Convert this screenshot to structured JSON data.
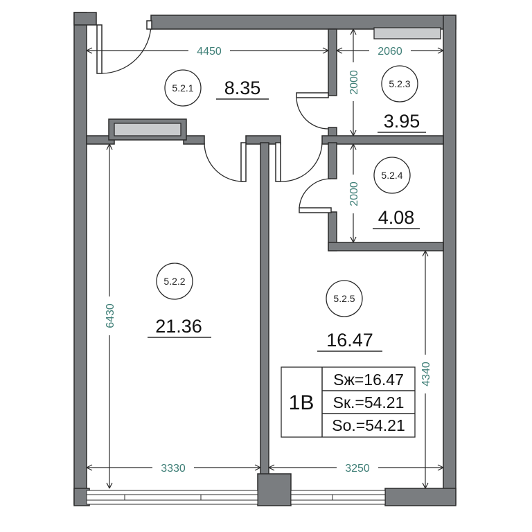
{
  "rooms": [
    {
      "id": "5.2.1",
      "area": "8.35"
    },
    {
      "id": "5.2.2",
      "area": "21.36"
    },
    {
      "id": "5.2.3",
      "area": "3.95"
    },
    {
      "id": "5.2.4",
      "area": "4.08"
    },
    {
      "id": "5.2.5",
      "area": "16.47"
    }
  ],
  "dimensions": {
    "hall_width": "4450",
    "bath_width": "2060",
    "bath_height": "2000",
    "wc_height": "2000",
    "living_height": "6430",
    "living_width": "3330",
    "kitchen_width": "3250",
    "kitchen_height": "4340"
  },
  "summary": {
    "apartment": "1B",
    "living_area": "Sж=16.47",
    "total_area_k": "Sк.=54.21",
    "total_area_o": "So.=54.21"
  },
  "colors": {
    "wall": "#7a7d80",
    "dimension_text": "#3f7f77"
  }
}
